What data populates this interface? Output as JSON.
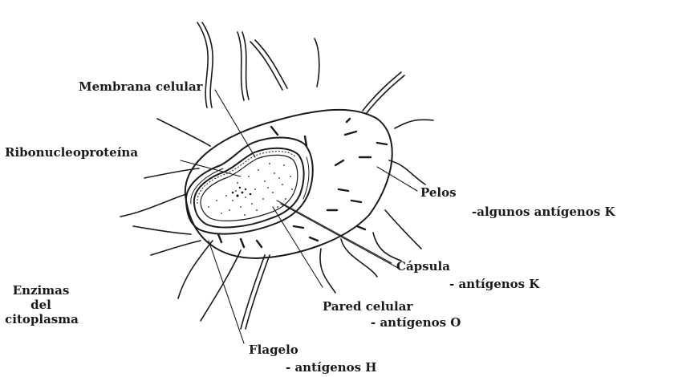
{
  "labels": {
    "membrana": "Membrana celular",
    "ribo": "Ribonucleoproteína",
    "pelos": "Pelos",
    "pelos_ant": "-algunos antígenos  K",
    "capsula": "Cápsula",
    "capsula_ant": "- antígenos  K",
    "enzimas_1": "Enzimas",
    "enzimas_2": "del",
    "enzimas_3": "citoplasma",
    "pared": "Pared  celular",
    "pared_ant": "- antígenos  O",
    "flagelo": "Flagelo",
    "flagelo_ant": "- antígenos   H"
  },
  "colors": {
    "ink": "#1a1a1a",
    "paper": "#ffffff"
  }
}
